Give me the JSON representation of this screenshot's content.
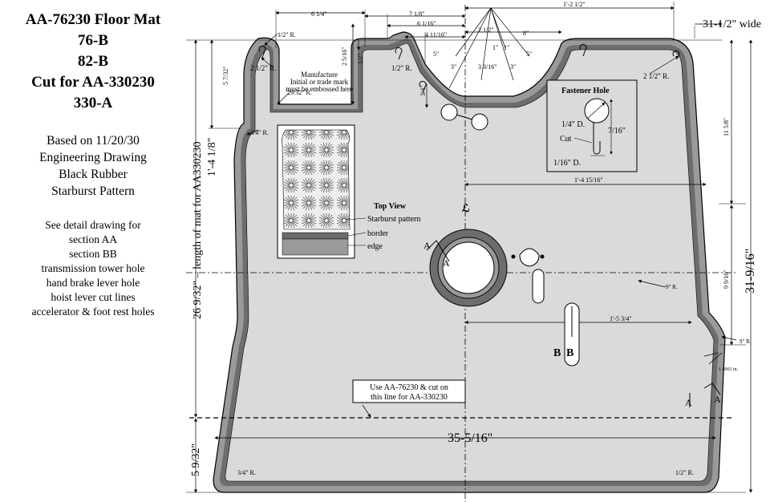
{
  "title": {
    "lines": [
      "AA-76230 Floor Mat",
      "76-B",
      "82-B",
      "Cut for AA-330230",
      "330-A"
    ]
  },
  "source": {
    "lines": [
      "Based on 11/20/30",
      "Engineering Drawing",
      "Black Rubber",
      "Starburst Pattern"
    ]
  },
  "notes": {
    "lines": [
      "See detail drawing for",
      "section AA",
      "section BB",
      "transmission tower hole",
      "hand brake lever hole",
      "hoist lever cut lines",
      "accelerator & foot rest holes"
    ]
  },
  "dims": {
    "width_note": "31-1/2\" wide",
    "total_length": "31-9/16\"",
    "mat_length": "26 9/32\" – length of mat for AA330230",
    "dim_1_4_1_8": "1'-4 1/8\"",
    "bottom_5_9_32": "5 9/32\"",
    "bottom_width": "35-5/16\"",
    "top_1_2_1_2": "1'-2 1/2\"",
    "top_6_1_4": "6 1/4\"",
    "top_7_1_8": "7 1/8\"",
    "top_6_1_16": "6 1/16\"",
    "top_4_11_16": "4 11/16\"",
    "top_2_1_2": "2 1/2\"",
    "top_8": "8\"",
    "top_5": "5\"",
    "top_3_a": "3\"",
    "top_3_b": "3\"",
    "top_3_3_16": "3 3/16\"",
    "top_1": "1\"",
    "top_1b": "1\"",
    "right_11_5_8": "11 5/8\"",
    "right_9_9_16": "9 9/16\"",
    "left_5_7_32": "5 7/32\"",
    "v_2_5_16": "2 5/16\"",
    "v_1_2": "1/2\"",
    "v_3_4": "3/4\"",
    "horiz_1_4_15_16": "1'-4 15/16\"",
    "horiz_1_5_3_4": "1'-5 3/4\"",
    "radius_1_2": "1/2\" R.",
    "radius_2_1_2_left": "2 1/2\" R.",
    "radius_1_2_mid": "1/2\" R.",
    "radius_2_1_2_right": "2 1/2\" R.",
    "radius_29_32": "29/32\" R.",
    "radius_3_4": "3/4\" R.",
    "radius_3_4_bottom": "3/4\" R.",
    "radius_1_2_bottom": "1/2\" R.",
    "radius_9": "9\" R.",
    "radius_9b": "9\" R.",
    "small_4063": "1.4063 in."
  },
  "callouts": {
    "manufacture": [
      "Manufacture",
      "Initial or trade mark",
      "must be embossed here"
    ],
    "cut_line": [
      "Use AA-76230 & cut on",
      "this line for AA-330230"
    ],
    "centerline": "ℒ",
    "section_a1": "A",
    "section_a2": "A",
    "section_a3": "A",
    "section_a4": "A",
    "section_b1": "B",
    "section_b2": "B"
  },
  "top_view": {
    "title": "Top View",
    "labels": [
      "Starburst pattern",
      "border",
      "edge"
    ]
  },
  "fastener": {
    "title": "Fastener Hole",
    "d_top": "1/4\" D.",
    "height": "7/16\"",
    "cut": "Cut",
    "d_bottom": "1/16\" D."
  },
  "colors": {
    "mat_fill": "#dadada",
    "border_fill": "#6d6d6d",
    "edge_fill": "#9a9a9a",
    "line": "#000000"
  }
}
